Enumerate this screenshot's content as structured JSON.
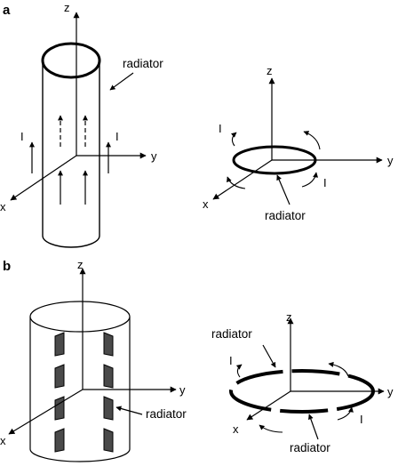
{
  "panels": {
    "a": {
      "label": "a",
      "cylinder": {
        "axes": {
          "z": "z",
          "y": "y",
          "x": "x"
        },
        "radiator": "radiator",
        "current_left": "I",
        "current_right": "I"
      },
      "loop": {
        "axes": {
          "z": "z",
          "y": "y",
          "x": "x"
        },
        "radiator": "radiator",
        "current_left": "I",
        "current_right": "I"
      }
    },
    "b": {
      "label": "b",
      "cylinder": {
        "axes": {
          "z": "z",
          "y": "y",
          "x": "x"
        },
        "radiator": "radiator"
      },
      "loop": {
        "axes": {
          "z": "z",
          "y": "y",
          "x": "x"
        },
        "radiator_top": "radiator",
        "radiator_bottom": "radiator",
        "current_left": "I",
        "current_right": "I"
      }
    }
  }
}
